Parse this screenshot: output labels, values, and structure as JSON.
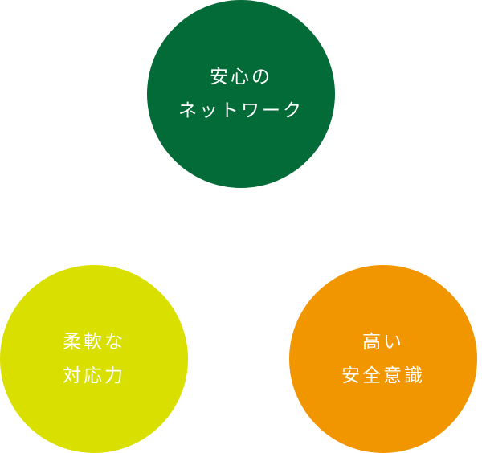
{
  "circles": [
    {
      "lines": [
        "安心の",
        "ネットワーク"
      ],
      "color": "#036b37"
    },
    {
      "lines": [
        "柔軟な",
        "対応力"
      ],
      "color": "#d9e000"
    },
    {
      "lines": [
        "高い",
        "安全意識"
      ],
      "color": "#f29600"
    }
  ]
}
